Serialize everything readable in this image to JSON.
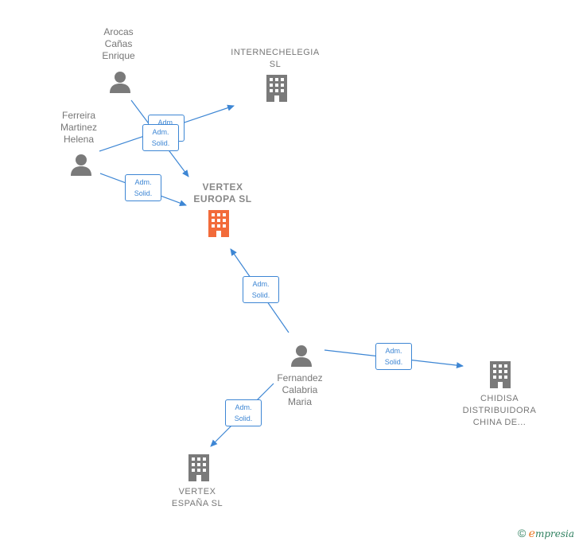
{
  "nodes": {
    "arocas": "Arocas\nCañas\nEnrique",
    "ferreira": "Ferreira\nMartinez\nHelena",
    "internechelegia": "INTERNECHELEGIA\nSL",
    "vertex_europa": "VERTEX\nEUROPA  SL",
    "fernandez": "Fernandez\nCalabria\nMaria",
    "chidisa": "CHIDISA\nDISTRIBUIDORA\nCHINA DE...",
    "vertex_espana": "VERTEX\nESPAÑA  SL"
  },
  "edges": {
    "arocas_vertex": "Adm.\nSolid.",
    "ferreira_internechelegia": "Adm.\nSolid.",
    "ferreira_vertex": "Adm.\nSolid.",
    "fernandez_vertex": "Adm.\nSolid.",
    "fernandez_chidisa": "Adm.\nSolid.",
    "fernandez_espana": "Adm.\nSolid."
  },
  "colors": {
    "edge": "#3d86d4",
    "node_gray": "#777777",
    "main_company": "#f26b3a"
  },
  "footer": {
    "copyright": "©",
    "brand_initial": "e",
    "brand_rest": "mpresia"
  }
}
